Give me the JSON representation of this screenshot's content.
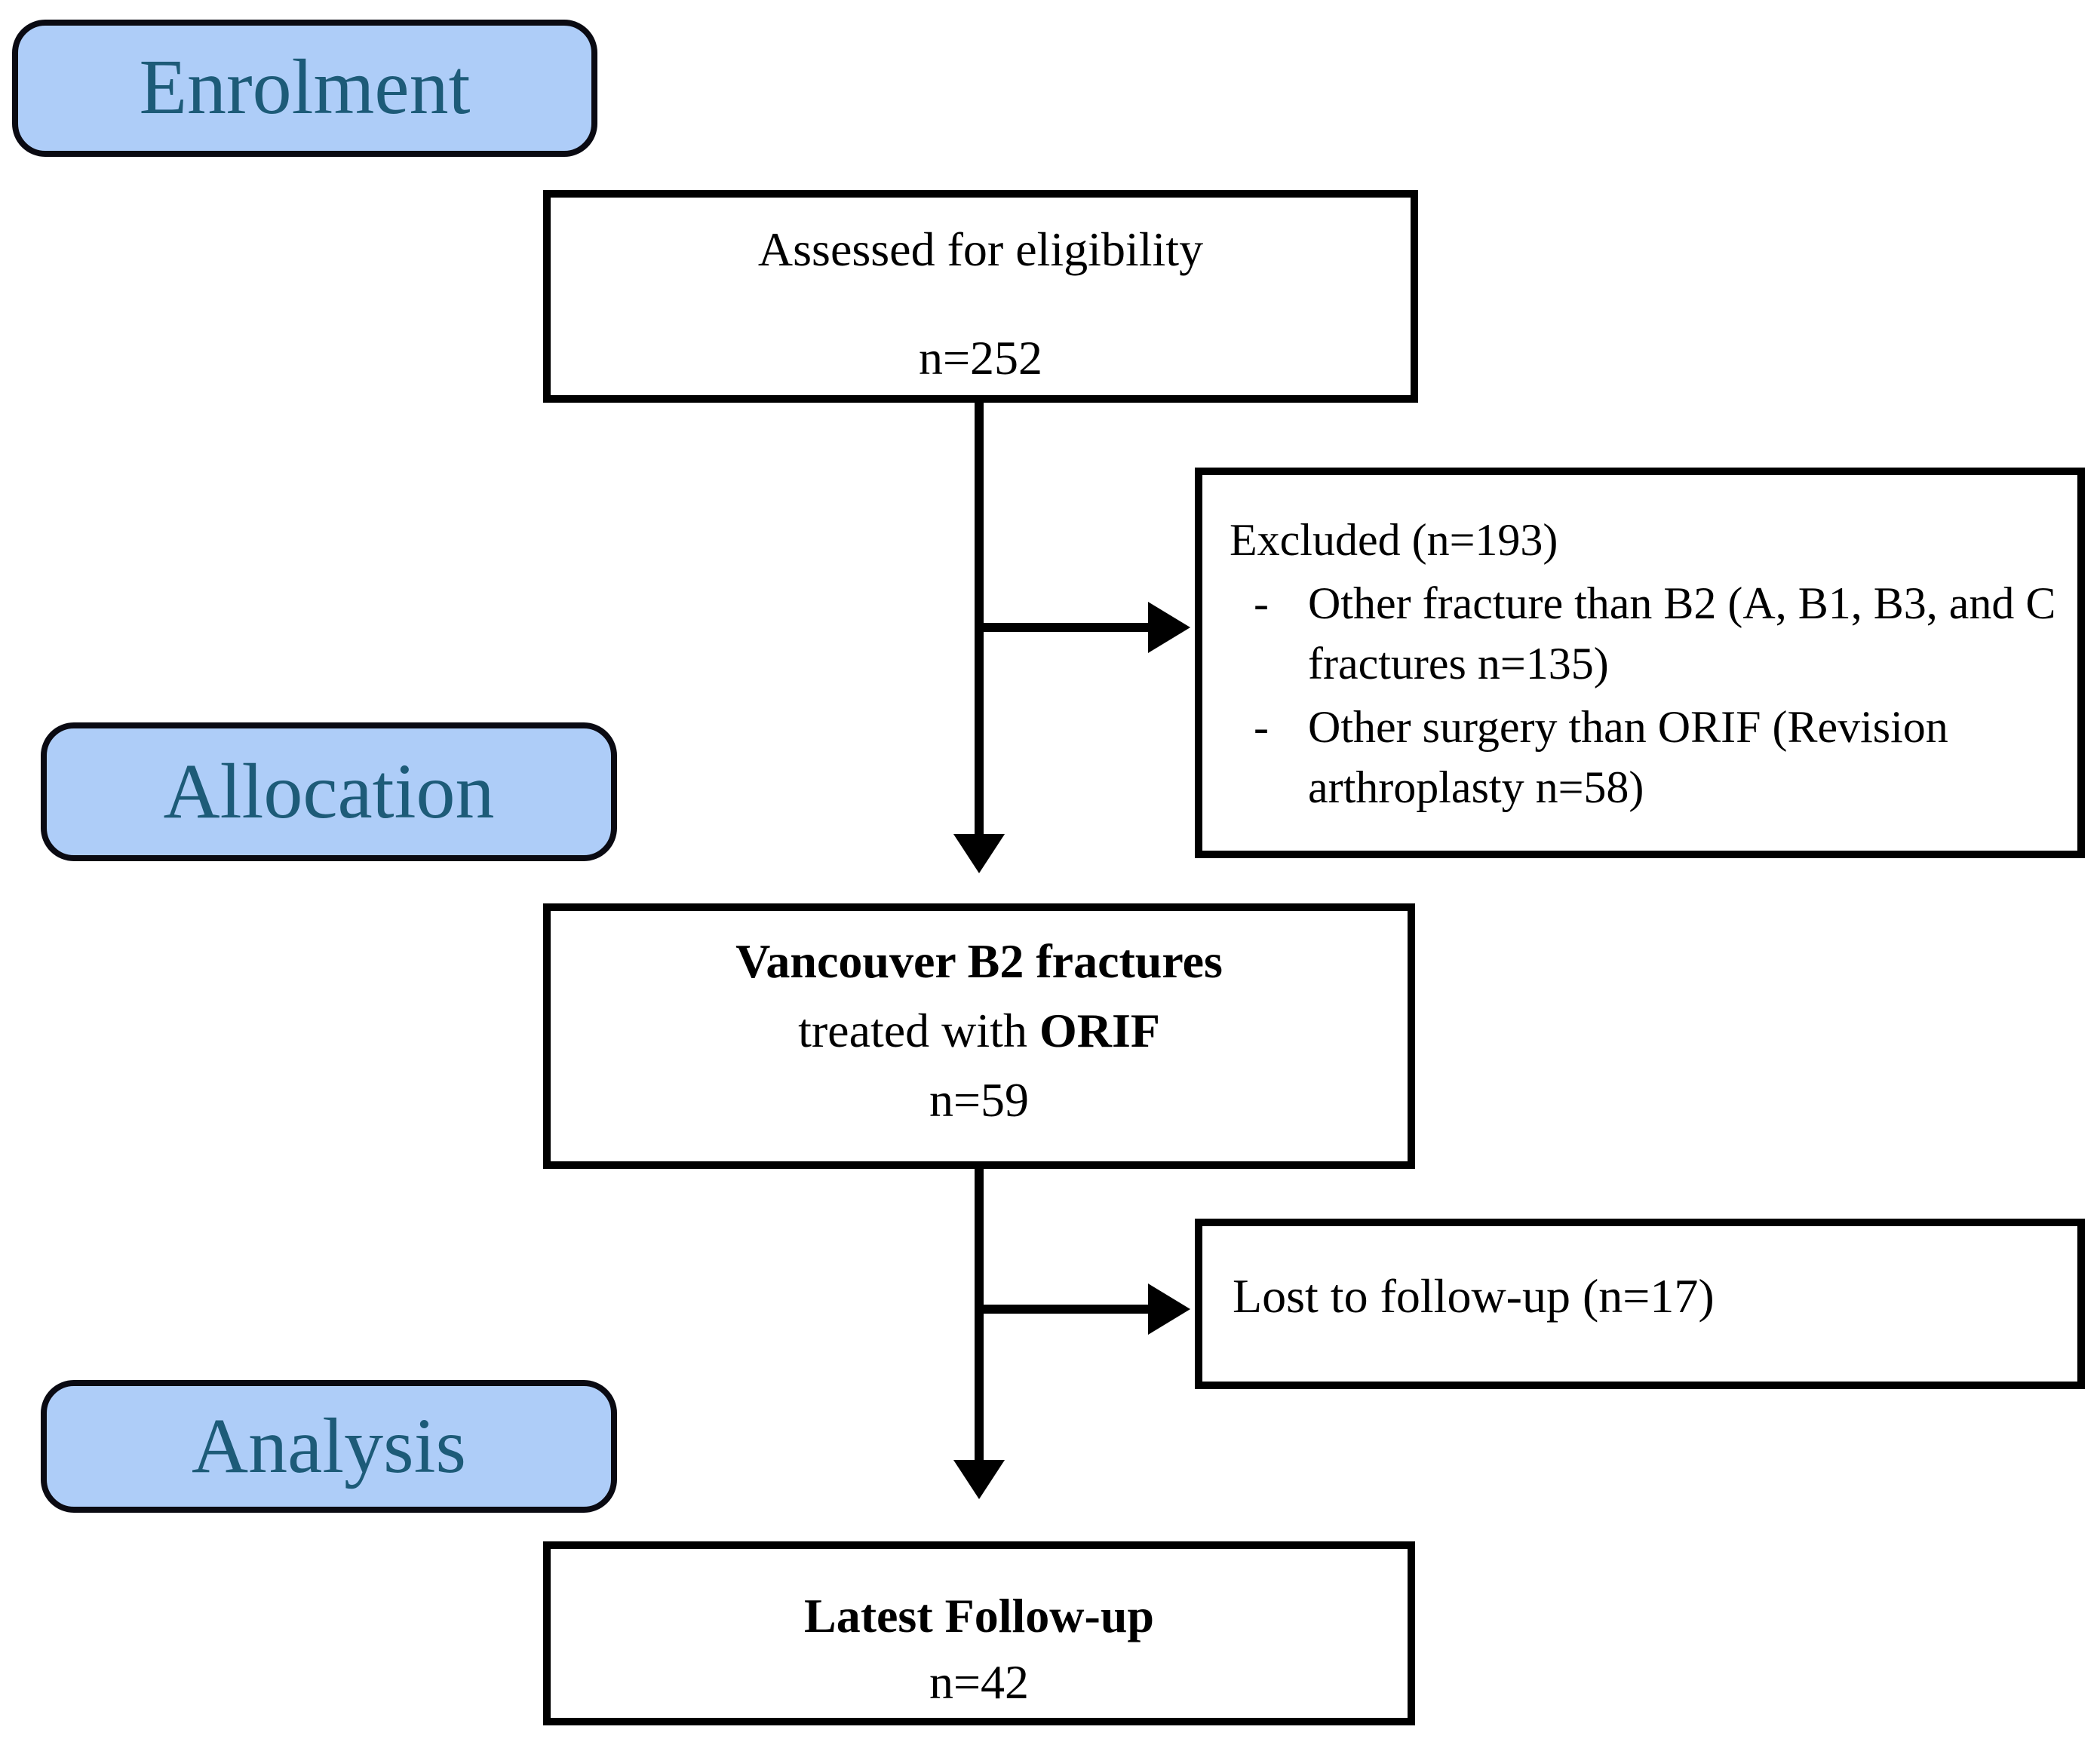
{
  "figure": {
    "type": "consort-flow-diagram",
    "colors": {
      "stage_fill": "#aecdf8",
      "stage_text": "#1d5b78",
      "box_fill": "#ffffff",
      "box_border": "#000000",
      "arrow": "#000000"
    },
    "stages": {
      "enrolment": "Enrolment",
      "allocation": "Allocation",
      "analysis": "Analysis"
    },
    "assessed": {
      "line1": "Assessed for eligibility",
      "line2": "n=252"
    },
    "excluded": {
      "heading": "Excluded (n=193)",
      "bullets": [
        {
          "marker": "-",
          "lines": [
            "Other fracture than B2 (A, B1, B3, and C",
            "fractures n=135)"
          ]
        },
        {
          "marker": "-",
          "lines": [
            "Other surgery than ORIF (Revision",
            "arthroplasty n=58)"
          ]
        }
      ]
    },
    "vancouver": {
      "line1": "Vancouver B2 fractures",
      "line2_regular": "treated with ",
      "line2_bold": "ORIF",
      "line3": "n=59"
    },
    "lost": {
      "text": "Lost to follow-up (n=17)"
    },
    "latest": {
      "line1": "Latest Follow-up",
      "line2": "n=42"
    }
  }
}
